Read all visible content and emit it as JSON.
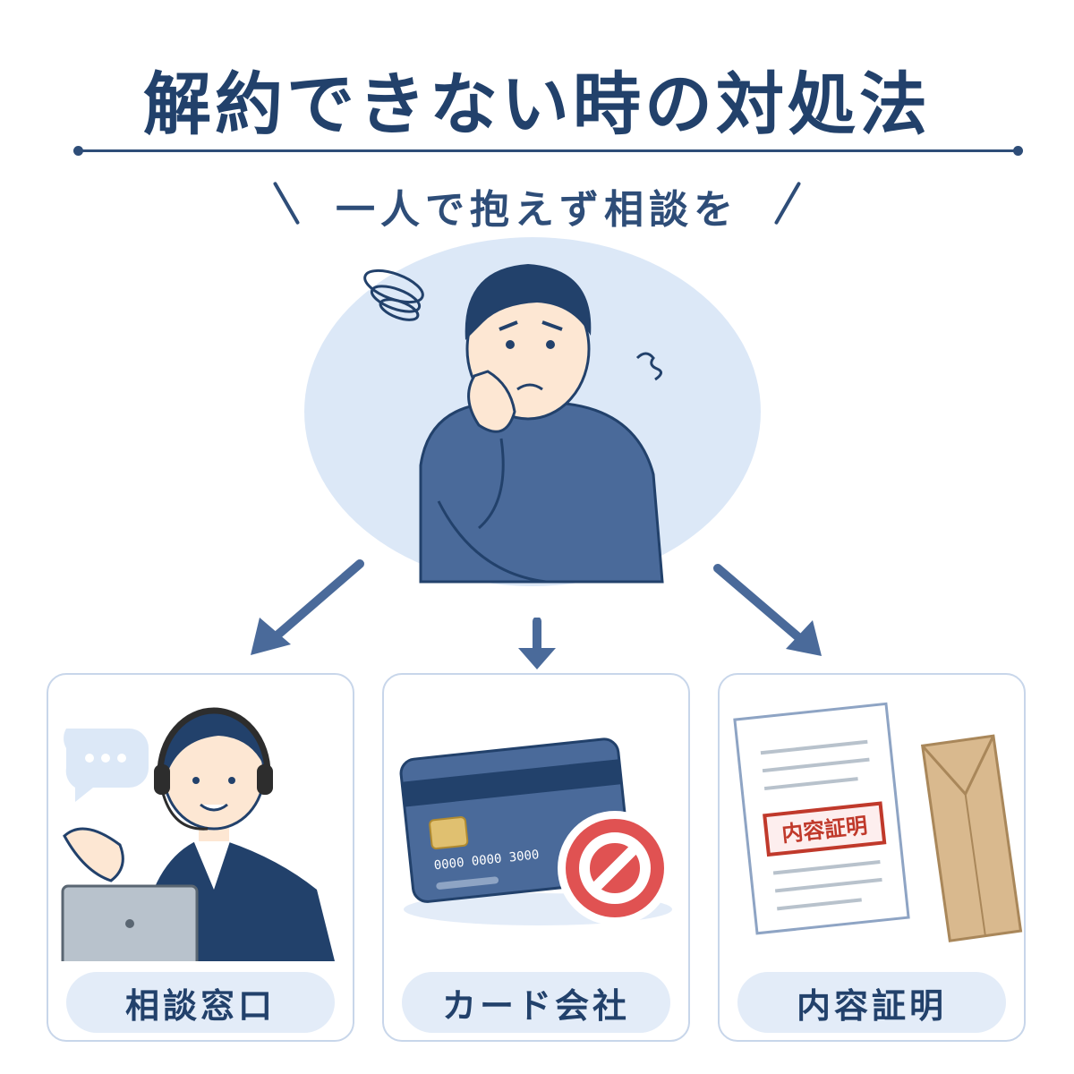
{
  "header": {
    "title": "解約できない時の対処法",
    "subtitle": "一人で抱えず相談を"
  },
  "center": {
    "figure": "worried-man-icon"
  },
  "options": [
    {
      "label": "相談窓口",
      "icon": "call-center-operator-icon"
    },
    {
      "label": "カード会社",
      "icon": "credit-card-blocked-icon",
      "card_number_text": "0000 0000 3000"
    },
    {
      "label": "内容証明",
      "icon": "certified-letter-icon",
      "stamp_text": "内容証明"
    }
  ],
  "colors": {
    "primary": "#22416b",
    "accent_blue": "#4a6a9a",
    "bubble": "#dce8f7",
    "label_bg": "#e3ecf8",
    "card_border": "#c8d6ea",
    "prohibit_red": "#e05252",
    "stamp_red": "#c0392b",
    "envelope": "#d9b98e"
  }
}
